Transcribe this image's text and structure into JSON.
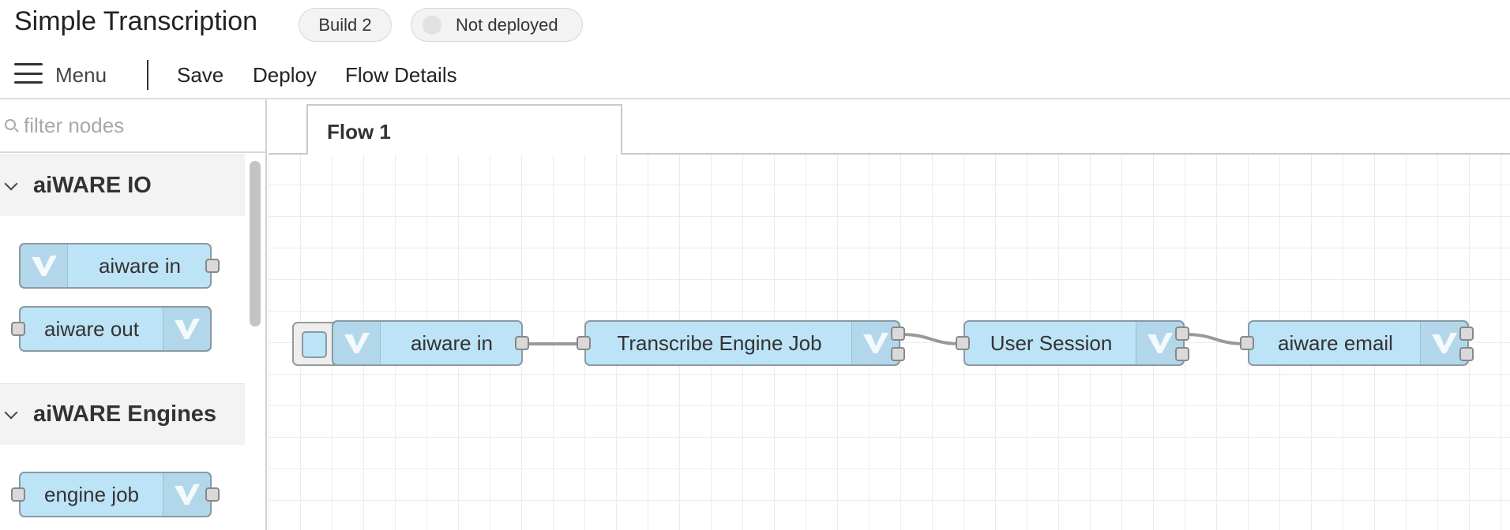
{
  "header": {
    "title": "Simple Transcription",
    "build_badge": "Build 2",
    "deploy_status": "Not deployed"
  },
  "menubar": {
    "menu_label": "Menu",
    "items": [
      "Save",
      "Deploy",
      "Flow Details"
    ]
  },
  "palette": {
    "filter_placeholder": "filter nodes",
    "categories": [
      {
        "label": "aiWARE IO",
        "nodes": [
          "aiware in",
          "aiware out"
        ]
      },
      {
        "label": "aiWARE Engines",
        "nodes": [
          "engine job"
        ]
      }
    ]
  },
  "workspace": {
    "tabs": [
      "Flow 1"
    ],
    "flow_nodes": [
      "aiware in",
      "Transcribe Engine Job",
      "User Session",
      "aiware email"
    ]
  },
  "colors": {
    "node_fill": "#bde3f7",
    "node_border": "#8a9aa4",
    "wire": "#999999",
    "grid": "#ececec"
  }
}
